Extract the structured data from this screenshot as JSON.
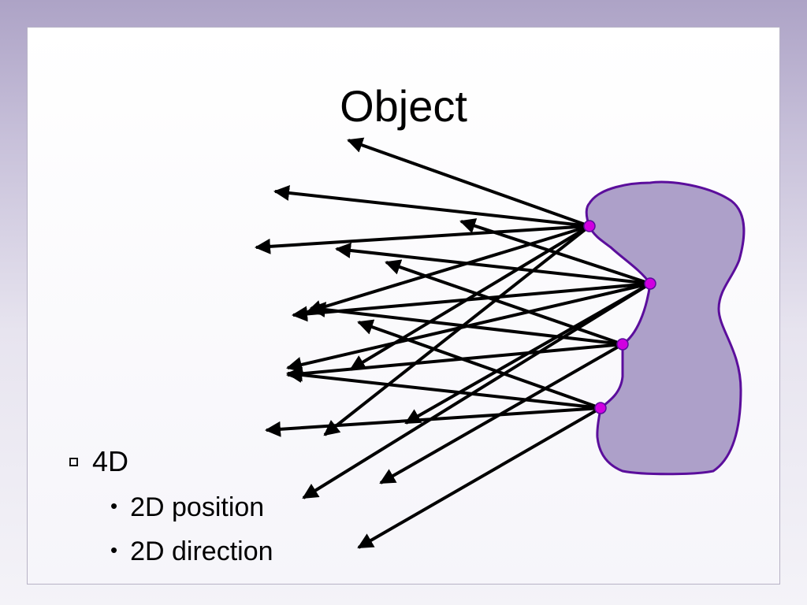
{
  "title": "Object",
  "bullets": {
    "main": "4D",
    "sub": [
      "2D position",
      "2D direction"
    ]
  },
  "colors": {
    "background": "#ada3c6",
    "object_fill": "#ada0c9",
    "object_stroke": "#5b0e9c",
    "point_fill": "#d000e0",
    "ray": "#000000"
  },
  "icons": {
    "bullet_main": "square-bullet-icon",
    "bullet_sub": "dot-bullet-icon"
  }
}
